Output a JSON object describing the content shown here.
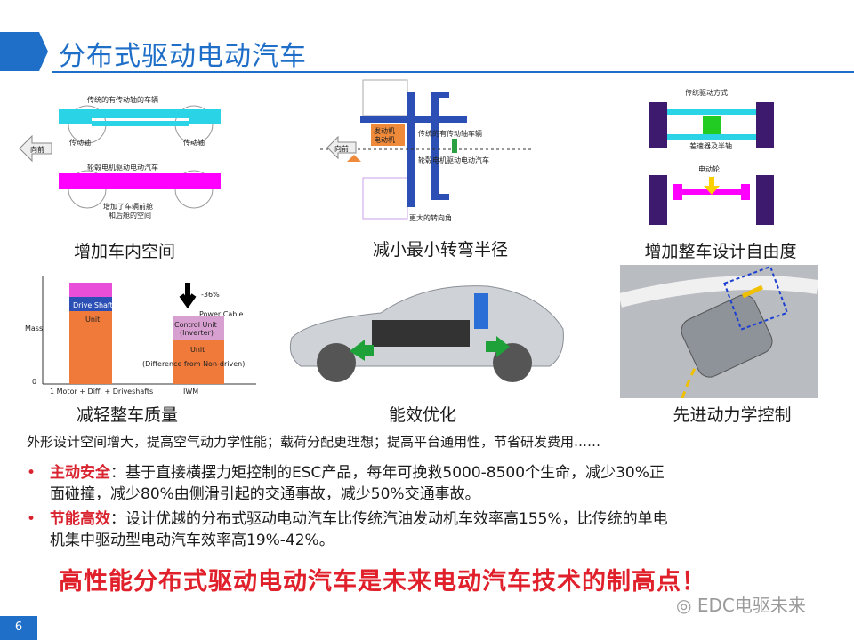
{
  "page": {
    "title": "分布式驱动电动汽车",
    "page_number": "6"
  },
  "figures": {
    "space": {
      "caption": "增加车内空间",
      "top_label": "传统的有传动轴的车辆",
      "left_axle": "传动轴",
      "right_axle": "传动轴",
      "bottom_label": "轮毂电机驱动电动汽车",
      "note_line1": "增加了车辆前舱",
      "note_line2": "和后舱的空间",
      "arrow_label": "向前"
    },
    "turning": {
      "caption": "减小最小转弯半径",
      "engine_line1": "发动机",
      "engine_line2": "电动机",
      "label1": "传统的有传动轴车辆",
      "label2": "轮毂电机驱动电动汽车",
      "arrow_label": "向前",
      "bottom_label": "更大的转向角"
    },
    "freedom": {
      "caption": "增加整车设计自由度",
      "top_label": "传统驱动方式",
      "diff_label": "差速器及半轴",
      "wheel_label": "电动轮"
    },
    "mass": {
      "caption": "减轻整车质量",
      "y_label": "Mass",
      "zero": "0",
      "bar1_top": "Drive Shaft",
      "bar1_unit": "Unit",
      "bar2_pct": "-36%",
      "power_cable": "Power Cable",
      "control_unit_line1": "Control Unit",
      "control_unit_line2": "(Inverter)",
      "bar2_unit": "Unit",
      "difference": "(Difference from Non-driven)",
      "x1": "1 Motor + Diff. + Driveshafts",
      "x2": "IWM"
    },
    "efficiency": {
      "caption": "能效优化"
    },
    "dynamics": {
      "caption": "先进动力学控制"
    }
  },
  "summary": "外形设计空间增大，提高空气动力学性能；载荷分配更理想；提高平台通用性，节省研发费用……",
  "bullets": [
    {
      "marker": "•",
      "highlight": "主动安全",
      "text_line1": "：基于直接横摆力矩控制的ESC产品，每年可挽救5000-8500个生命，减少30%正",
      "text_line2": "面碰撞，减少80%由侧滑引起的交通事故，减少50%交通事故。"
    },
    {
      "marker": "•",
      "highlight": "节能高效",
      "text_line1": "：设计优越的分布式驱动电动汽车比传统汽油发动机车效率高155%，比传统的单电",
      "text_line2": "机集中驱动型电动汽车效率高19%-42%。"
    }
  ],
  "slogan": "高性能分布式驱动电动汽车是未来电动汽车技术的制高点！",
  "watermark": "EDC电驱未来",
  "colors": {
    "brand_blue": "#1f6fc8",
    "accent_red": "#e0202b"
  }
}
